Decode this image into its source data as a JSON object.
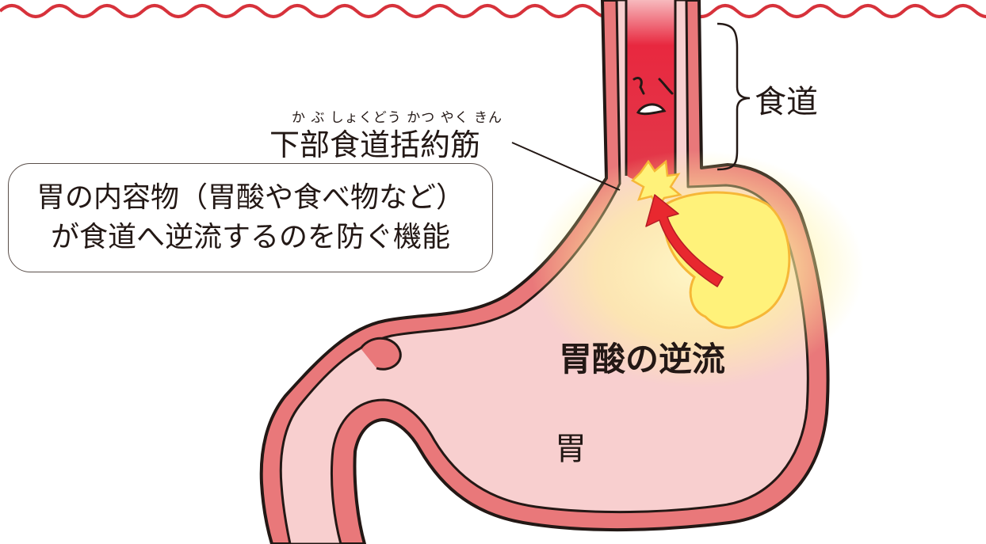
{
  "labels": {
    "les_furigana": "か ぶ しょくどう かつ やく きん",
    "les": "下部食道括約筋",
    "esophagus": "食道",
    "callout_line1": "胃の内容物（胃酸や食べ物など）",
    "callout_line2": "が食道へ逆流するのを防ぐ機能",
    "reflux": "胃酸の逆流",
    "stomach": "胃"
  },
  "face_icon": "distressed-face-icon",
  "colors": {
    "border_wave": "#d7323b",
    "stomach_wall": "#e9787a",
    "stomach_inner": "#f8cfcf",
    "outline": "#231815",
    "acid": "#fff27a",
    "acid_edge": "#f6b737",
    "arrow": "#e8282f",
    "esophagus_inside": "#e32f45"
  }
}
